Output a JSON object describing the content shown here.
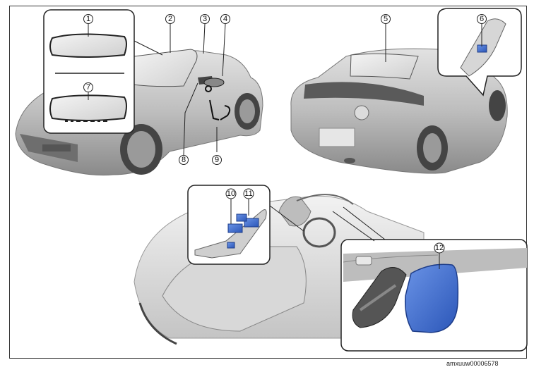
{
  "callouts": {
    "c1": "1",
    "c2": "2",
    "c3": "3",
    "c4": "4",
    "c5": "5",
    "c6": "6",
    "c7": "7",
    "c8": "8",
    "c9": "9",
    "c10": "10",
    "c11": "11",
    "c12": "12"
  },
  "image_code": "amxuuw00006578",
  "colors": {
    "car_body": "#c9c9c9",
    "car_shadow": "#8d8d8d",
    "highlight_blue": "#3b6fd6",
    "outline": "#222222"
  }
}
